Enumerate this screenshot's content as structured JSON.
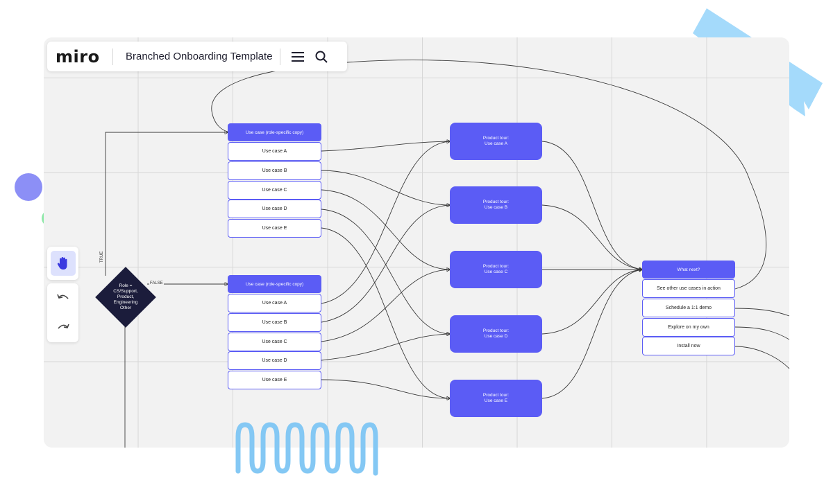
{
  "topbar": {
    "logo": "miro",
    "board_title": "Branched Onboarding Template",
    "menu_icon": "hamburger-menu-icon",
    "search_icon": "search-icon"
  },
  "toolbar": {
    "tools": [
      "hand-icon",
      "undo-icon",
      "redo-icon"
    ],
    "accent": "#dde1fd"
  },
  "decision": {
    "text": "Role =\nCS/Support,\nProduct,\nEngineering\nOther",
    "true_label": "TRUE",
    "false_label": "FALSE"
  },
  "group_true": {
    "header": "Use case (role-specific copy)",
    "items": [
      "Use case A",
      "Use case B",
      "Use case C",
      "Use case D",
      "Use case E"
    ]
  },
  "group_false": {
    "header": "Use case (role-specific copy)",
    "items": [
      "Use case A",
      "Use case B",
      "Use case C",
      "Use case D",
      "Use case E"
    ]
  },
  "tours": [
    "Product tour:\nUse case A",
    "Product tour:\nUse case B",
    "Product tour:\nUse case C",
    "Product tour:\nUse case D",
    "Product tour:\nUse case E"
  ],
  "next_steps": {
    "header": "What next?",
    "items": [
      "See other use cases in action",
      "Schedule a 1:1 demo",
      "Explore on my own",
      "Install now"
    ]
  },
  "colors": {
    "primary": "#5b5cf5",
    "diamond": "#1b1c3b",
    "board_bg": "#f2f2f2",
    "tape": "#9fd8fb"
  }
}
